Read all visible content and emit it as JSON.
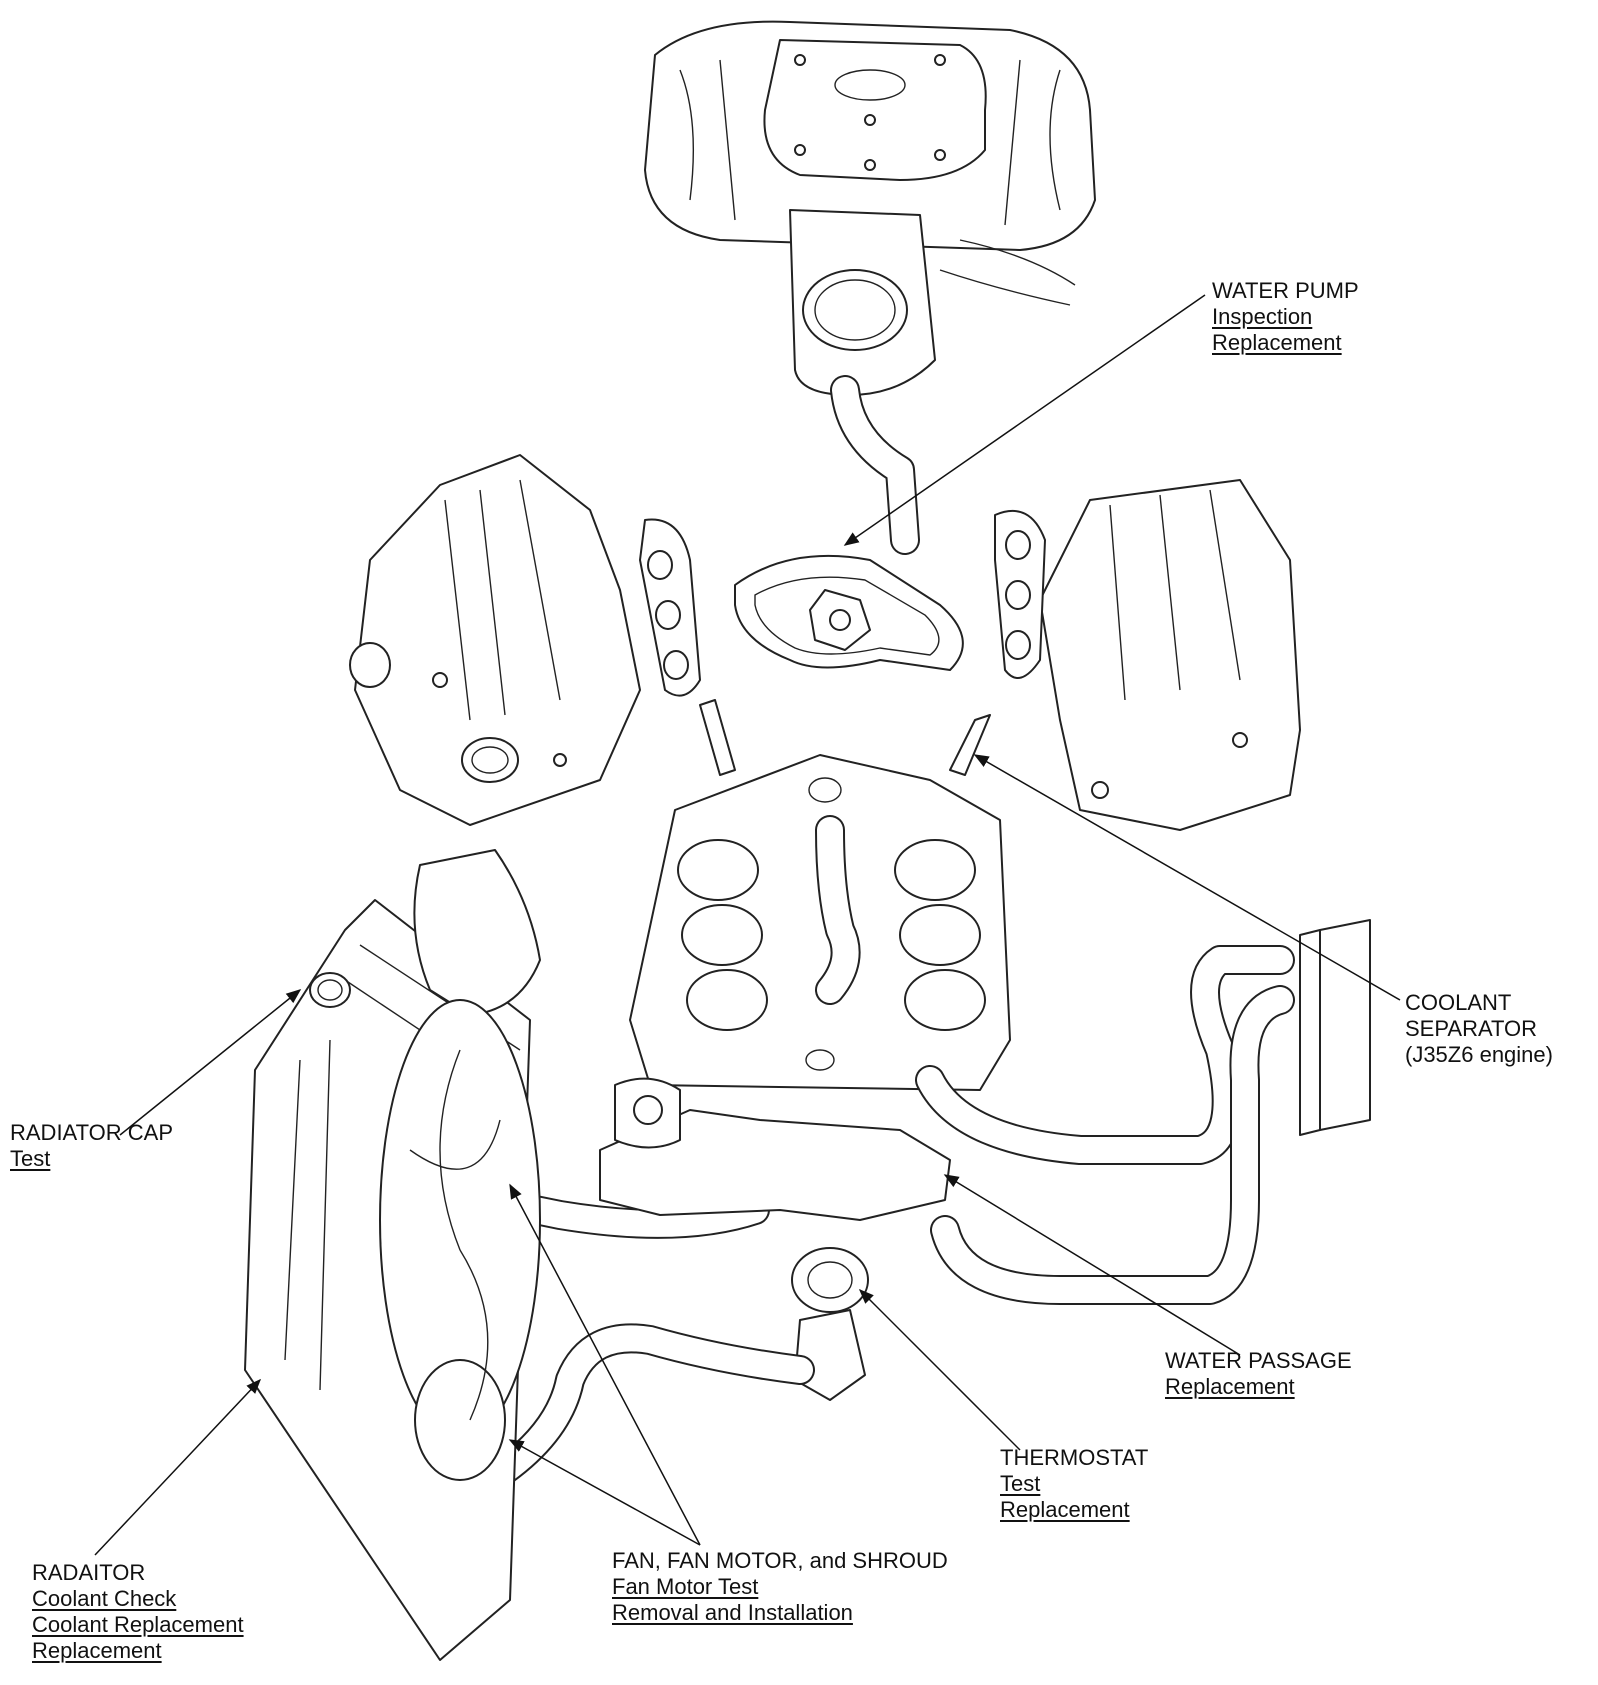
{
  "labels": {
    "water_pump": {
      "title": "WATER PUMP",
      "links": [
        "Inspection",
        "Replacement"
      ]
    },
    "coolant_separator": {
      "lines": [
        "COOLANT",
        "SEPARATOR",
        "(J35Z6 engine)"
      ]
    },
    "radiator_cap": {
      "title": "RADIATOR CAP",
      "links": [
        "Test"
      ]
    },
    "water_passage": {
      "title": "WATER PASSAGE",
      "links": [
        "Replacement"
      ]
    },
    "thermostat": {
      "title": "THERMOSTAT",
      "links": [
        "Test",
        "Replacement"
      ]
    },
    "fan": {
      "title": "FAN, FAN MOTOR, and SHROUD",
      "links": [
        "Fan Motor Test",
        "Removal and Installation"
      ]
    },
    "radiator": {
      "title": "RADAITOR",
      "links": [
        "Coolant Check",
        "Coolant Replacement",
        "Replacement"
      ]
    }
  },
  "colors": {
    "line": "#222222",
    "background": "#ffffff",
    "text": "#111111"
  }
}
